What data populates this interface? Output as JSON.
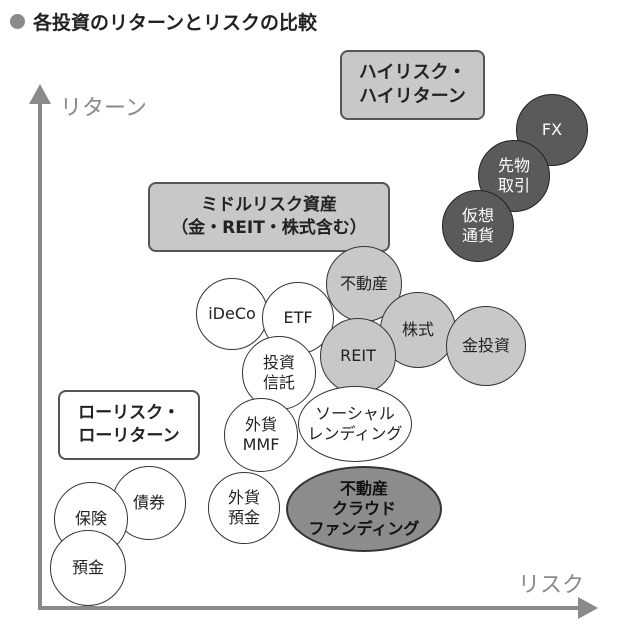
{
  "title": "各投資のリターンとリスクの比較",
  "colors": {
    "low_fill": "#ffffff",
    "mid_fill": "#c8c8c8",
    "high_fill": "#5a5a5a",
    "axis": "#8a8a8a"
  },
  "axes": {
    "y_label": "リターン",
    "x_label": "リスク"
  },
  "categories": {
    "high": [
      "ハイリスク・",
      "ハイリターン"
    ],
    "mid": [
      "ミドルリスク資産",
      "（金・REIT・株式含む）"
    ],
    "low": [
      "ローリスク・",
      "ローリターン"
    ]
  },
  "products": [
    {
      "id": "fx",
      "lines": [
        "FX"
      ]
    },
    {
      "id": "futures",
      "lines": [
        "先物",
        "取引"
      ]
    },
    {
      "id": "crypto",
      "lines": [
        "仮想",
        "通貨"
      ]
    },
    {
      "id": "real-estate",
      "lines": [
        "不動産"
      ]
    },
    {
      "id": "ideco",
      "lines": [
        "iDeCo"
      ]
    },
    {
      "id": "etf",
      "lines": [
        "ETF"
      ]
    },
    {
      "id": "stocks",
      "lines": [
        "株式"
      ]
    },
    {
      "id": "reit",
      "lines": [
        "REIT"
      ]
    },
    {
      "id": "gold",
      "lines": [
        "金投資"
      ]
    },
    {
      "id": "trust",
      "lines": [
        "投資",
        "信託"
      ]
    },
    {
      "id": "social-lending",
      "lines": [
        "ソーシャル",
        "レンディング"
      ]
    },
    {
      "id": "fx-mmf",
      "lines": [
        "外貨",
        "MMF"
      ]
    },
    {
      "id": "corporate-bond",
      "lines": [
        "債券"
      ]
    },
    {
      "id": "insurance",
      "lines": [
        "保険"
      ]
    },
    {
      "id": "fx-deposit",
      "lines": [
        "外貨",
        "預金"
      ]
    },
    {
      "id": "crowdfunding",
      "lines": [
        "不動産",
        "クラウド",
        "ファンディング"
      ]
    },
    {
      "id": "deposit",
      "lines": [
        "預金"
      ]
    }
  ]
}
